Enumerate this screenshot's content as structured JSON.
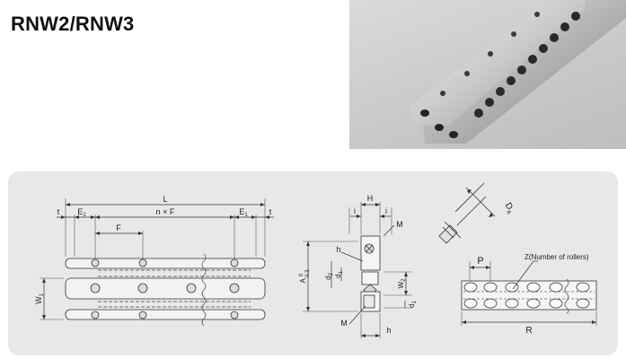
{
  "header": {
    "title": "RNW2/RNW3"
  },
  "drawing": {
    "top_view": {
      "L": "L",
      "t_left": "t",
      "E1_left": "E",
      "E1_left_sub": "1",
      "nF": "n × F",
      "E1_right": "E",
      "E1_right_sub": "1",
      "t_right": "t",
      "F": "F",
      "W1": "W",
      "W1_sub": "1"
    },
    "section_view": {
      "H": "H",
      "i_left": "i",
      "i_right": "i",
      "M_top": "M",
      "h_top": "h",
      "A_tol": "A",
      "tol_upper": "0",
      "tol_lower": "0.3",
      "d2": "d",
      "d2_sub": "2",
      "d1": "d",
      "d1_sub": "1",
      "W2": "W",
      "W2_sub": "2",
      "d1_right": "d",
      "d1_right_sub": "1",
      "M_bottom": "M",
      "h_bottom": "h"
    },
    "roller_view": {
      "Da": "D",
      "Da_sub": "a"
    },
    "cage_view": {
      "P": "P",
      "Z_note": "Z(Number of rollers)",
      "R": "R"
    }
  }
}
